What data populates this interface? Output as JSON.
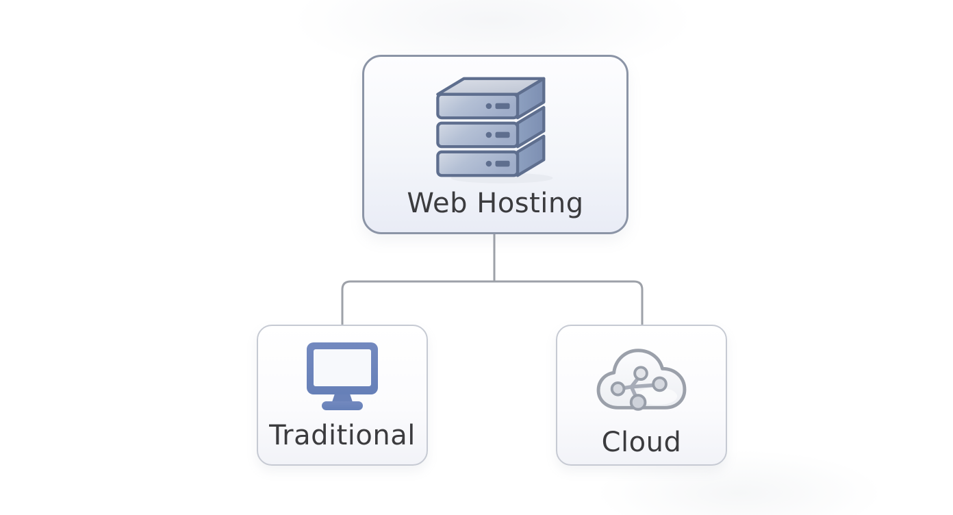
{
  "diagram": {
    "type": "tree",
    "root": {
      "label": "Web Hosting",
      "icon": "server-stack-icon"
    },
    "children": [
      {
        "label": "Traditional",
        "icon": "desktop-monitor-icon"
      },
      {
        "label": "Cloud",
        "icon": "cloud-network-icon"
      }
    ],
    "colors": {
      "root_border": "#8B94A6",
      "child_border": "#C6CAD3",
      "node_fill_top": "#FDFDFF",
      "node_fill_bottom": "#E9ECF6",
      "connector_line": "#9DA1A8",
      "label_text": "#3B3B3E",
      "server_outline": "#5E6E8E",
      "server_front": "#AEBBD2",
      "server_side": "#8496B8",
      "server_top": "#C6CCD8",
      "monitor_blue": "#6C85BD",
      "cloud_outline": "#9BA0AA",
      "cloud_fill": "#F5F6F9",
      "network_gray": "#A7ACB8"
    }
  }
}
